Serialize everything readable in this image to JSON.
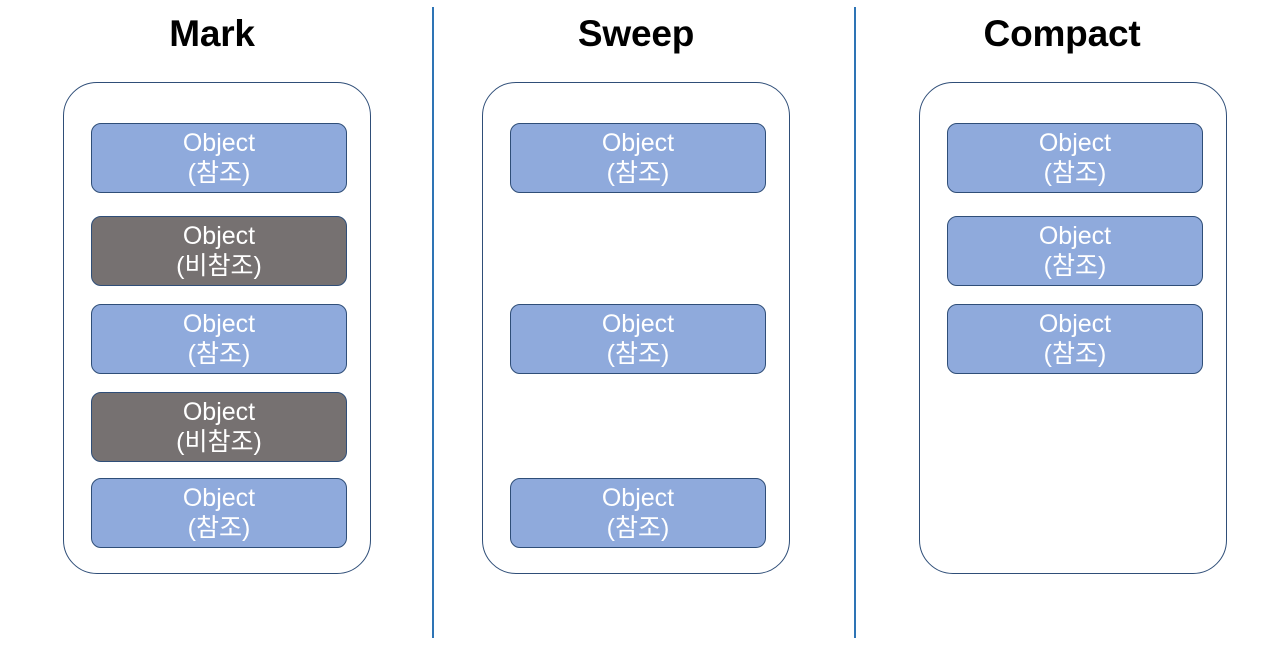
{
  "diagram": {
    "title_text_color": "#000000",
    "divider_color": "#2E74B5",
    "container_border_color": "#2F4E78",
    "referenced_color": "#8FAADC",
    "unreferenced_color": "#767171",
    "object_label": "Object",
    "referenced_label": "(참조)",
    "unreferenced_label": "(비참조)",
    "columns": [
      {
        "title": "Mark",
        "objects": [
          {
            "slot": 1,
            "state": "referenced",
            "line1": "Object",
            "line2": "(참조)"
          },
          {
            "slot": 2,
            "state": "unreferenced",
            "line1": "Object",
            "line2": "(비참조)"
          },
          {
            "slot": 3,
            "state": "referenced",
            "line1": "Object",
            "line2": "(참조)"
          },
          {
            "slot": 4,
            "state": "unreferenced",
            "line1": "Object",
            "line2": "(비참조)"
          },
          {
            "slot": 5,
            "state": "referenced",
            "line1": "Object",
            "line2": "(참조)"
          }
        ]
      },
      {
        "title": "Sweep",
        "objects": [
          {
            "slot": 1,
            "state": "referenced",
            "line1": "Object",
            "line2": "(참조)"
          },
          {
            "slot": 3,
            "state": "referenced",
            "line1": "Object",
            "line2": "(참조)"
          },
          {
            "slot": 5,
            "state": "referenced",
            "line1": "Object",
            "line2": "(참조)"
          }
        ]
      },
      {
        "title": "Compact",
        "objects": [
          {
            "slot": 1,
            "state": "referenced",
            "line1": "Object",
            "line2": "(참조)"
          },
          {
            "slot": 2,
            "state": "referenced",
            "line1": "Object",
            "line2": "(참조)"
          },
          {
            "slot": 3,
            "state": "referenced",
            "line1": "Object",
            "line2": "(참조)"
          }
        ]
      }
    ]
  }
}
